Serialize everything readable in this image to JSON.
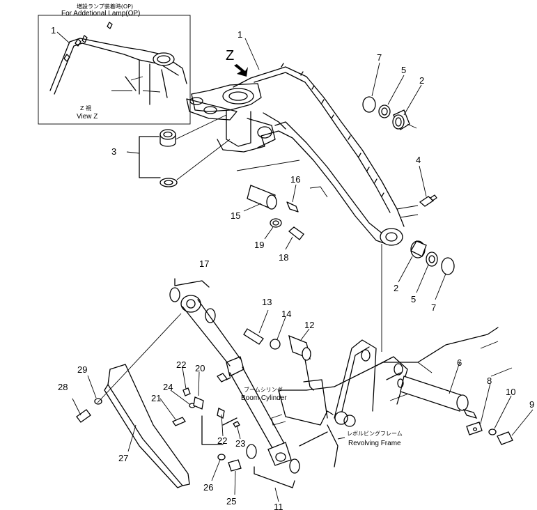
{
  "inset": {
    "title_jp": "増設ランプ装着時(OP)",
    "title_en": "For Addetional Lamp(OP)",
    "callout": "1",
    "view_jp": "Z 視",
    "view_en": "View Z"
  },
  "view_arrow": {
    "letter": "Z"
  },
  "labels": {
    "boom_cylinder_jp": "ブームシリンダ",
    "boom_cylinder_en": "Boom Cylinder",
    "revolving_frame_jp": "レボルビングフレーム",
    "revolving_frame_en": "Revolving Frame"
  },
  "callouts": [
    "1",
    "7",
    "5",
    "2",
    "3",
    "4",
    "16",
    "15",
    "19",
    "18",
    "2",
    "5",
    "7",
    "17",
    "13",
    "14",
    "12",
    "6",
    "8",
    "10",
    "9",
    "29",
    "28",
    "22",
    "20",
    "24",
    "21",
    "22",
    "23",
    "27",
    "26",
    "25",
    "11"
  ]
}
